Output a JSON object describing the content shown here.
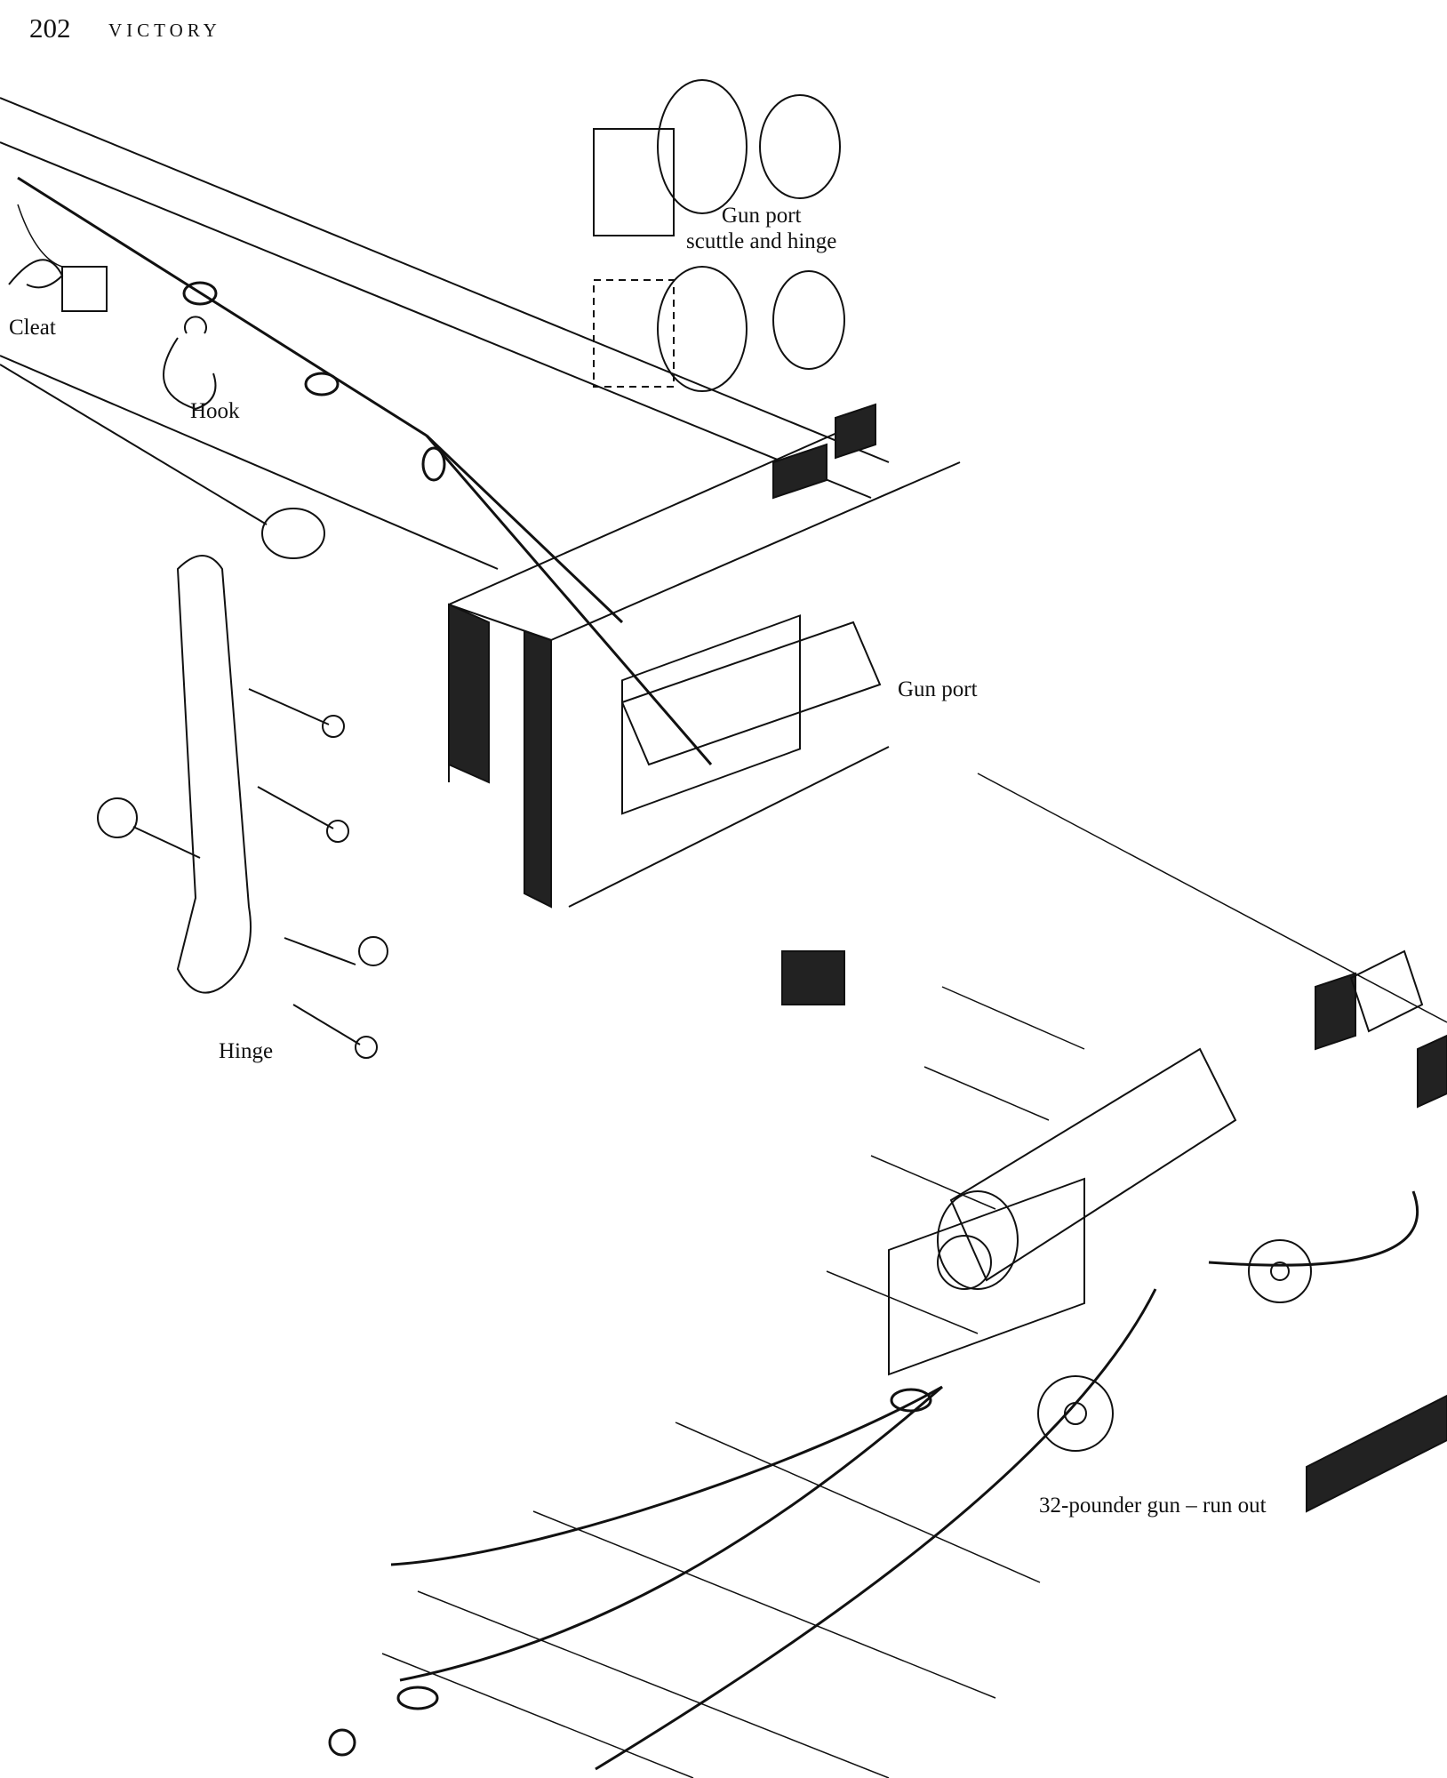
{
  "header": {
    "page_number": "202",
    "running_title": "VICTORY"
  },
  "labels": {
    "scuttle_line1": "Gun port",
    "scuttle_line2": "scuttle and hinge",
    "cleat": "Cleat",
    "hook": "Hook",
    "gun_port": "Gun port",
    "hinge": "Hinge",
    "gun": "32-pounder gun – run out"
  }
}
